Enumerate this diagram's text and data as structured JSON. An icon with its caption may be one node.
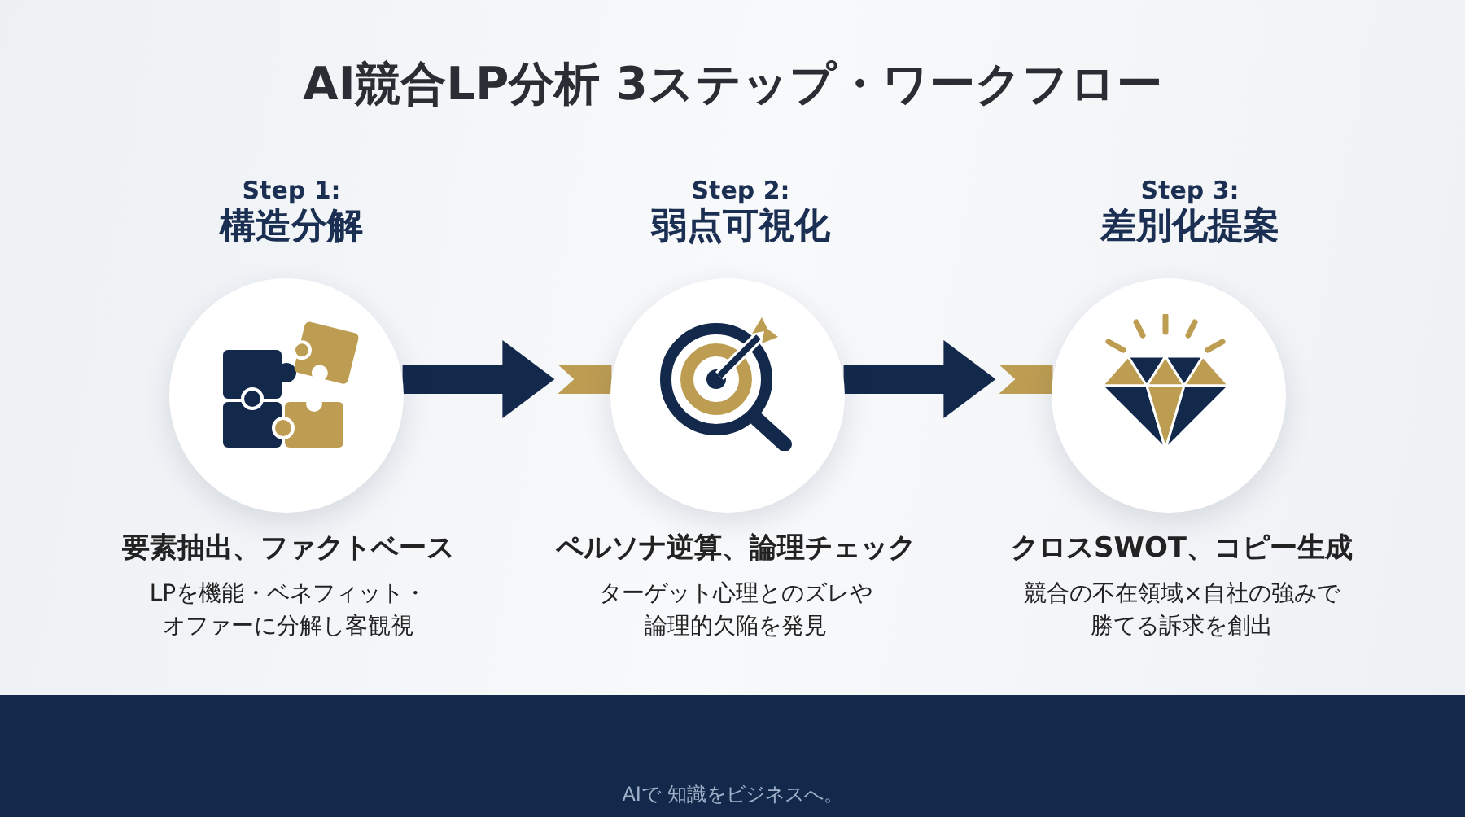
{
  "diagram": {
    "title": "AI競合LP分析 3ステップ・ワークフロー",
    "nodes": [
      {
        "text": [
          "Step 1:",
          "構造分解"
        ],
        "beside": [
          "要素抽出、ファクトベース",
          "LPを機能・ベネフィット・オファーに分解し客観視"
        ]
      },
      {
        "text": [
          "Step 2:",
          "弱点可視化"
        ],
        "beside": [
          "ペルソナ逆算、論理チェック",
          "ターゲット心理とのズレや論理的欠陥を発見"
        ]
      },
      {
        "text": [
          "Step 3:",
          "差別化提案"
        ],
        "beside": [
          "クロスSWOT、コピー生成",
          "競合の不在領域×自社の強みで勝てる訴求を創出"
        ]
      }
    ],
    "edges": [
      {
        "from": 0,
        "to": 1,
        "arrow": "to"
      },
      {
        "from": 1,
        "to": 2,
        "arrow": "to"
      }
    ],
    "labels": [
      "AIで 知識をビジネスへ。"
    ]
  }
}
